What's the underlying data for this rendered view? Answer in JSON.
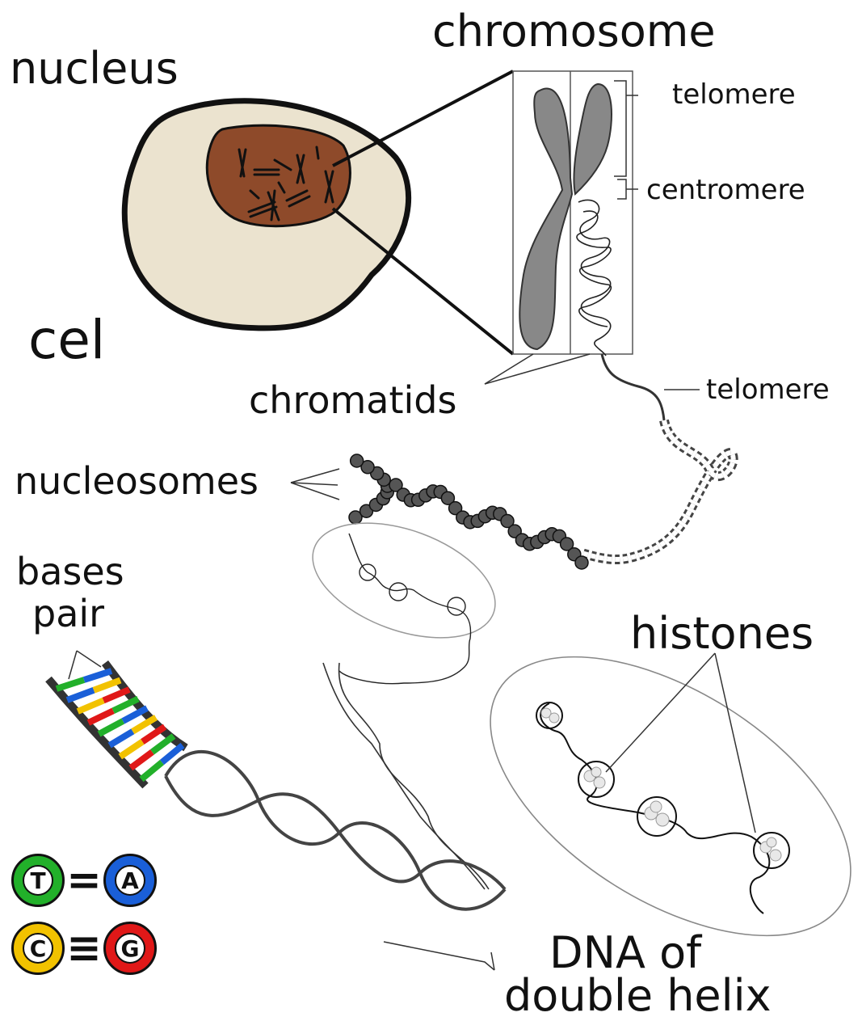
{
  "labels": {
    "nucleus": "nucleus",
    "chromosome": "chromosome",
    "telomere_top": "telomere",
    "centromere": "centromere",
    "cell": "cel",
    "chromatids": "chromatids",
    "telomere_bottom": "telomere",
    "nucleosomes": "nucleosomes",
    "bases_pair_1": "bases",
    "bases_pair_2": "pair",
    "histones": "histones",
    "dna_1": "DNA of",
    "dna_2": "double helix"
  },
  "legend": [
    {
      "left": "T",
      "bond": "=",
      "right": "A",
      "left_color": "#22b02a",
      "right_color": "#1a5fd8"
    },
    {
      "left": "C",
      "bond": "≡",
      "right": "G",
      "left_color": "#f2c200",
      "right_color": "#e01818"
    }
  ],
  "colors": {
    "cell_fill": "#ebe3cf",
    "nucleus_fill": "#8e4a2a",
    "chromosome_fill": "#888888",
    "base_green": "#22b02a",
    "base_blue": "#1a5fd8",
    "base_yellow": "#f2c200",
    "base_red": "#e01818"
  }
}
